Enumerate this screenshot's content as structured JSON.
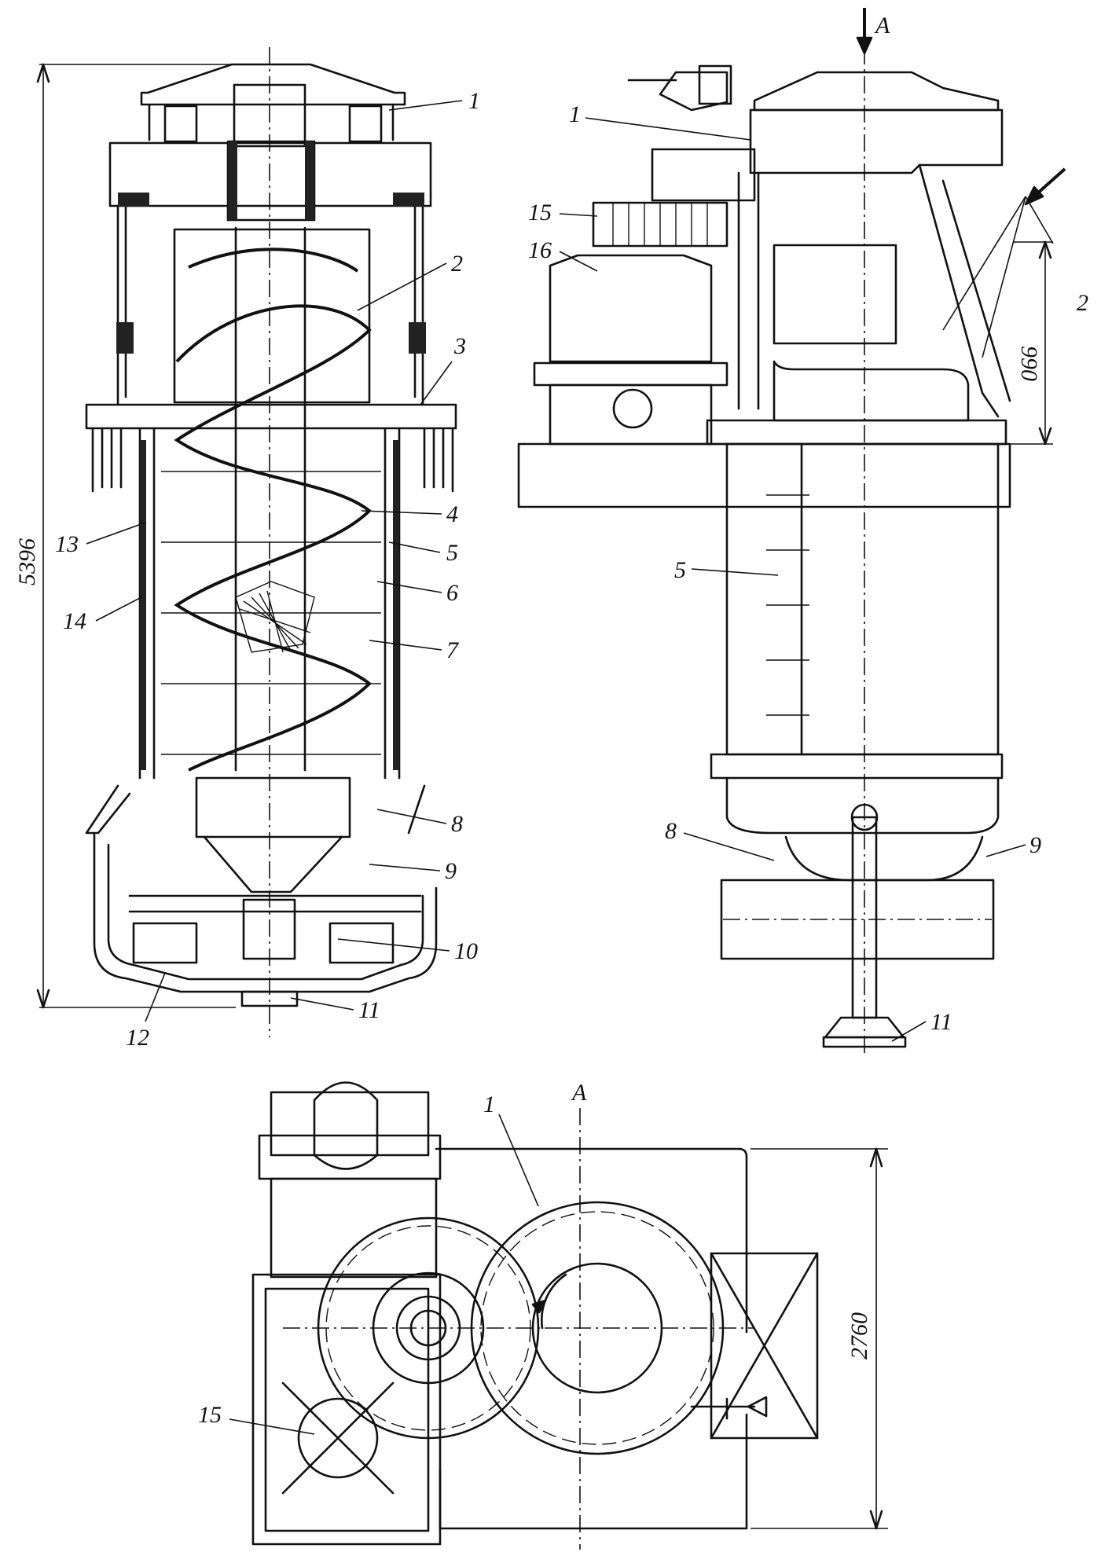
{
  "views": {
    "section": {
      "callouts": [
        "1",
        "2",
        "3",
        "4",
        "5",
        "6",
        "7",
        "8",
        "9",
        "10",
        "11",
        "12",
        "13",
        "14"
      ],
      "height_dimension": "5396"
    },
    "side": {
      "view_mark": "A",
      "callouts": [
        "1",
        "15",
        "16",
        "2",
        "5",
        "8",
        "9",
        "11"
      ],
      "offset_dimension": "990"
    },
    "plan": {
      "view_mark": "A",
      "callouts": [
        "1",
        "15"
      ],
      "width_dimension": "2760"
    }
  }
}
